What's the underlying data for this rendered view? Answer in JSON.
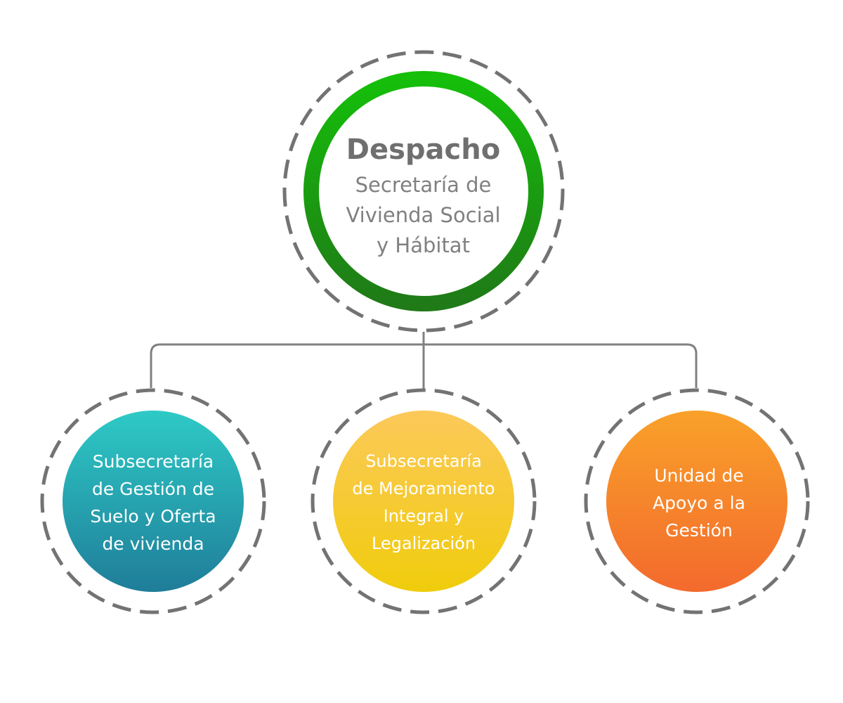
{
  "despacho": {
    "title": "Despacho",
    "subtitle": "Secretaría de\nVivienda Social\ny Hábitat",
    "ring_color_top": "#15bf0a",
    "ring_color_bottom": "#1f7a17"
  },
  "units": [
    {
      "label": "Subsecretaría\nde Gestión de\nSuelo y Oferta\nde vivienda",
      "color_top": "#2ecac6",
      "color_bottom": "#1f7d99"
    },
    {
      "label": "Subsecretaría\nde Mejoramiento\nIntegral y\nLegalización",
      "color_top": "#fcc95a",
      "color_bottom": "#f0cc0c"
    },
    {
      "label": "Unidad de\nApoyo a la\nGestión",
      "color_top": "#f9a12a",
      "color_bottom": "#f36a2d"
    }
  ],
  "connector_color": "#808080",
  "dashed_ring_color": "#737373"
}
